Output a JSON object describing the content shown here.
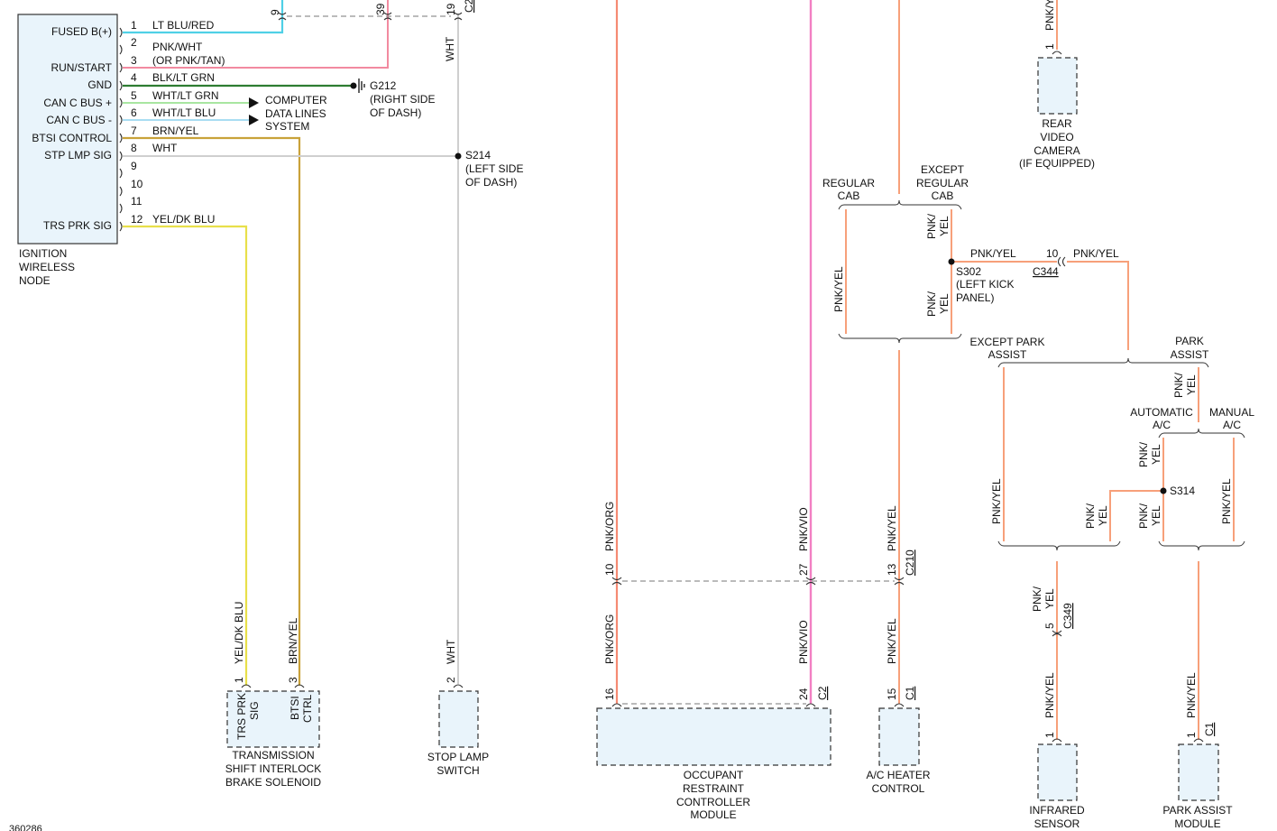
{
  "colors": {
    "lt_blu_red": "#4fd0e6",
    "pnk_wht": "#f28aa0",
    "blk_lt_grn": "#2e7d32",
    "wht_lt_grn": "#a8e6a1",
    "wht_lt_blu": "#a9ddf2",
    "brn_yel": "#c9a23a",
    "yel_dk_blu": "#e8e04a",
    "wht": "#cfcfcf",
    "pnk_org": "#f58a73",
    "pnk_vio": "#f27fc3",
    "pnk_yel": "#f7a07a",
    "module_fill": "#e9f4fb"
  },
  "ignition_node": {
    "name_lines": [
      "IGNITION",
      "WIRELESS",
      "NODE"
    ],
    "pins": [
      {
        "num": "1",
        "label": "FUSED B(+)",
        "wire": "LT BLU/RED"
      },
      {
        "num": "2",
        "label": "",
        "wire": "PNK/WHT"
      },
      {
        "num": "3",
        "label": "RUN/START",
        "wire": "(OR PNK/TAN)"
      },
      {
        "num": "4",
        "label": "GND",
        "wire": "BLK/LT GRN"
      },
      {
        "num": "5",
        "label": "CAN C BUS +",
        "wire": "WHT/LT GRN"
      },
      {
        "num": "6",
        "label": "CAN C BUS -",
        "wire": "WHT/LT BLU"
      },
      {
        "num": "7",
        "label": "BTSI CONTROL",
        "wire": "BRN/YEL"
      },
      {
        "num": "8",
        "label": "STP LMP SIG",
        "wire": "WHT"
      },
      {
        "num": "9",
        "label": "",
        "wire": ""
      },
      {
        "num": "10",
        "label": "",
        "wire": ""
      },
      {
        "num": "11",
        "label": "",
        "wire": ""
      },
      {
        "num": "12",
        "label": "TRS PRK SIG",
        "wire": "YEL/DK BLU"
      }
    ]
  },
  "top_connector": {
    "pins": [
      "9",
      "39",
      "19"
    ],
    "name": "C2",
    "wire_label": "WHT"
  },
  "data_lines_lines": [
    "COMPUTER",
    "DATA LINES",
    "SYSTEM"
  ],
  "g212": {
    "id": "G212",
    "lines": [
      "(RIGHT SIDE",
      "OF DASH)"
    ]
  },
  "s214": {
    "id": "S214",
    "lines": [
      "(LEFT SIDE",
      "OF DASH)"
    ]
  },
  "trans": {
    "pin_nums": [
      "1",
      "3"
    ],
    "wire_labels": [
      "YEL/DK BLU",
      "BRN/YEL"
    ],
    "pin_labels": [
      [
        "TRS PRK",
        "SIG"
      ],
      [
        "BTSI",
        "CTRL"
      ]
    ],
    "name_lines": [
      "TRANSMISSION",
      "SHIFT INTERLOCK",
      "BRAKE SOLENOID"
    ]
  },
  "stop_lamp": {
    "pin": "2",
    "wire_label": "WHT",
    "name_lines": [
      "STOP LAMP",
      "SWITCH"
    ]
  },
  "c210": {
    "pins": [
      "10",
      "27",
      "13"
    ],
    "name": "C210",
    "upper_labels": [
      "PNK/ORG",
      "PNK/VIO",
      "PNK/YEL"
    ],
    "lower_labels": [
      "PNK/ORG",
      "PNK/VIO",
      "PNK/YEL"
    ]
  },
  "occupant": {
    "pins": [
      "16",
      "24"
    ],
    "conn": "C2",
    "name_lines": [
      "OCCUPANT",
      "RESTRAINT",
      "CONTROLLER",
      "MODULE"
    ]
  },
  "ac_heater": {
    "pin": "15",
    "conn": "C1",
    "name_lines": [
      "A/C HEATER",
      "CONTROL"
    ]
  },
  "rear_camera": {
    "pin": "1",
    "wire_label": "PNK/Y",
    "name_lines": [
      "REAR",
      "VIDEO",
      "CAMERA",
      "(IF EQUIPPED)"
    ]
  },
  "cab_split": {
    "left_lines": [
      "REGULAR",
      "CAB"
    ],
    "right_lines": [
      "EXCEPT",
      "REGULAR",
      "CAB"
    ]
  },
  "cab_labels": {
    "left": "PNK/YEL",
    "right_top": [
      "PNK/",
      "YEL"
    ],
    "right_bottom": [
      "PNK/",
      "YEL"
    ]
  },
  "s302": {
    "id": "S302",
    "lines": [
      "(LEFT KICK",
      "PANEL)"
    ]
  },
  "c344": {
    "pin": "10",
    "name": "C344",
    "wire_left": "PNK/YEL",
    "wire_right": "PNK/YEL"
  },
  "park_split": {
    "left_lines": [
      "EXCEPT PARK",
      "ASSIST"
    ],
    "right_lines": [
      "PARK",
      "ASSIST"
    ]
  },
  "park_assist_wire": [
    "PNK/",
    "YEL"
  ],
  "ac_split": {
    "left_lines": [
      "AUTOMATIC",
      "A/C"
    ],
    "right_lines": [
      "MANUAL",
      "A/C"
    ]
  },
  "s314": {
    "id": "S314"
  },
  "lower_right_labels": {
    "except_park": "PNK/YEL",
    "s314_left": [
      "PNK/",
      "YEL"
    ],
    "s314_down": [
      "PNK/",
      "YEL"
    ],
    "manual": "PNK/YEL",
    "s314_up": [
      "PNK/",
      "YEL"
    ]
  },
  "c349": {
    "pin": "5",
    "name": "C349",
    "wire_upper": [
      "PNK/",
      "YEL"
    ],
    "wire_lower": "PNK/YEL"
  },
  "infrared": {
    "pin": "1",
    "name_lines": [
      "INFRARED",
      "SENSOR"
    ]
  },
  "park_module": {
    "pin": "1",
    "conn": "C1",
    "wire_label": "PNK/YEL",
    "name_lines": [
      "PARK ASSIST",
      "MODULE"
    ]
  },
  "diagram_id": "360286"
}
